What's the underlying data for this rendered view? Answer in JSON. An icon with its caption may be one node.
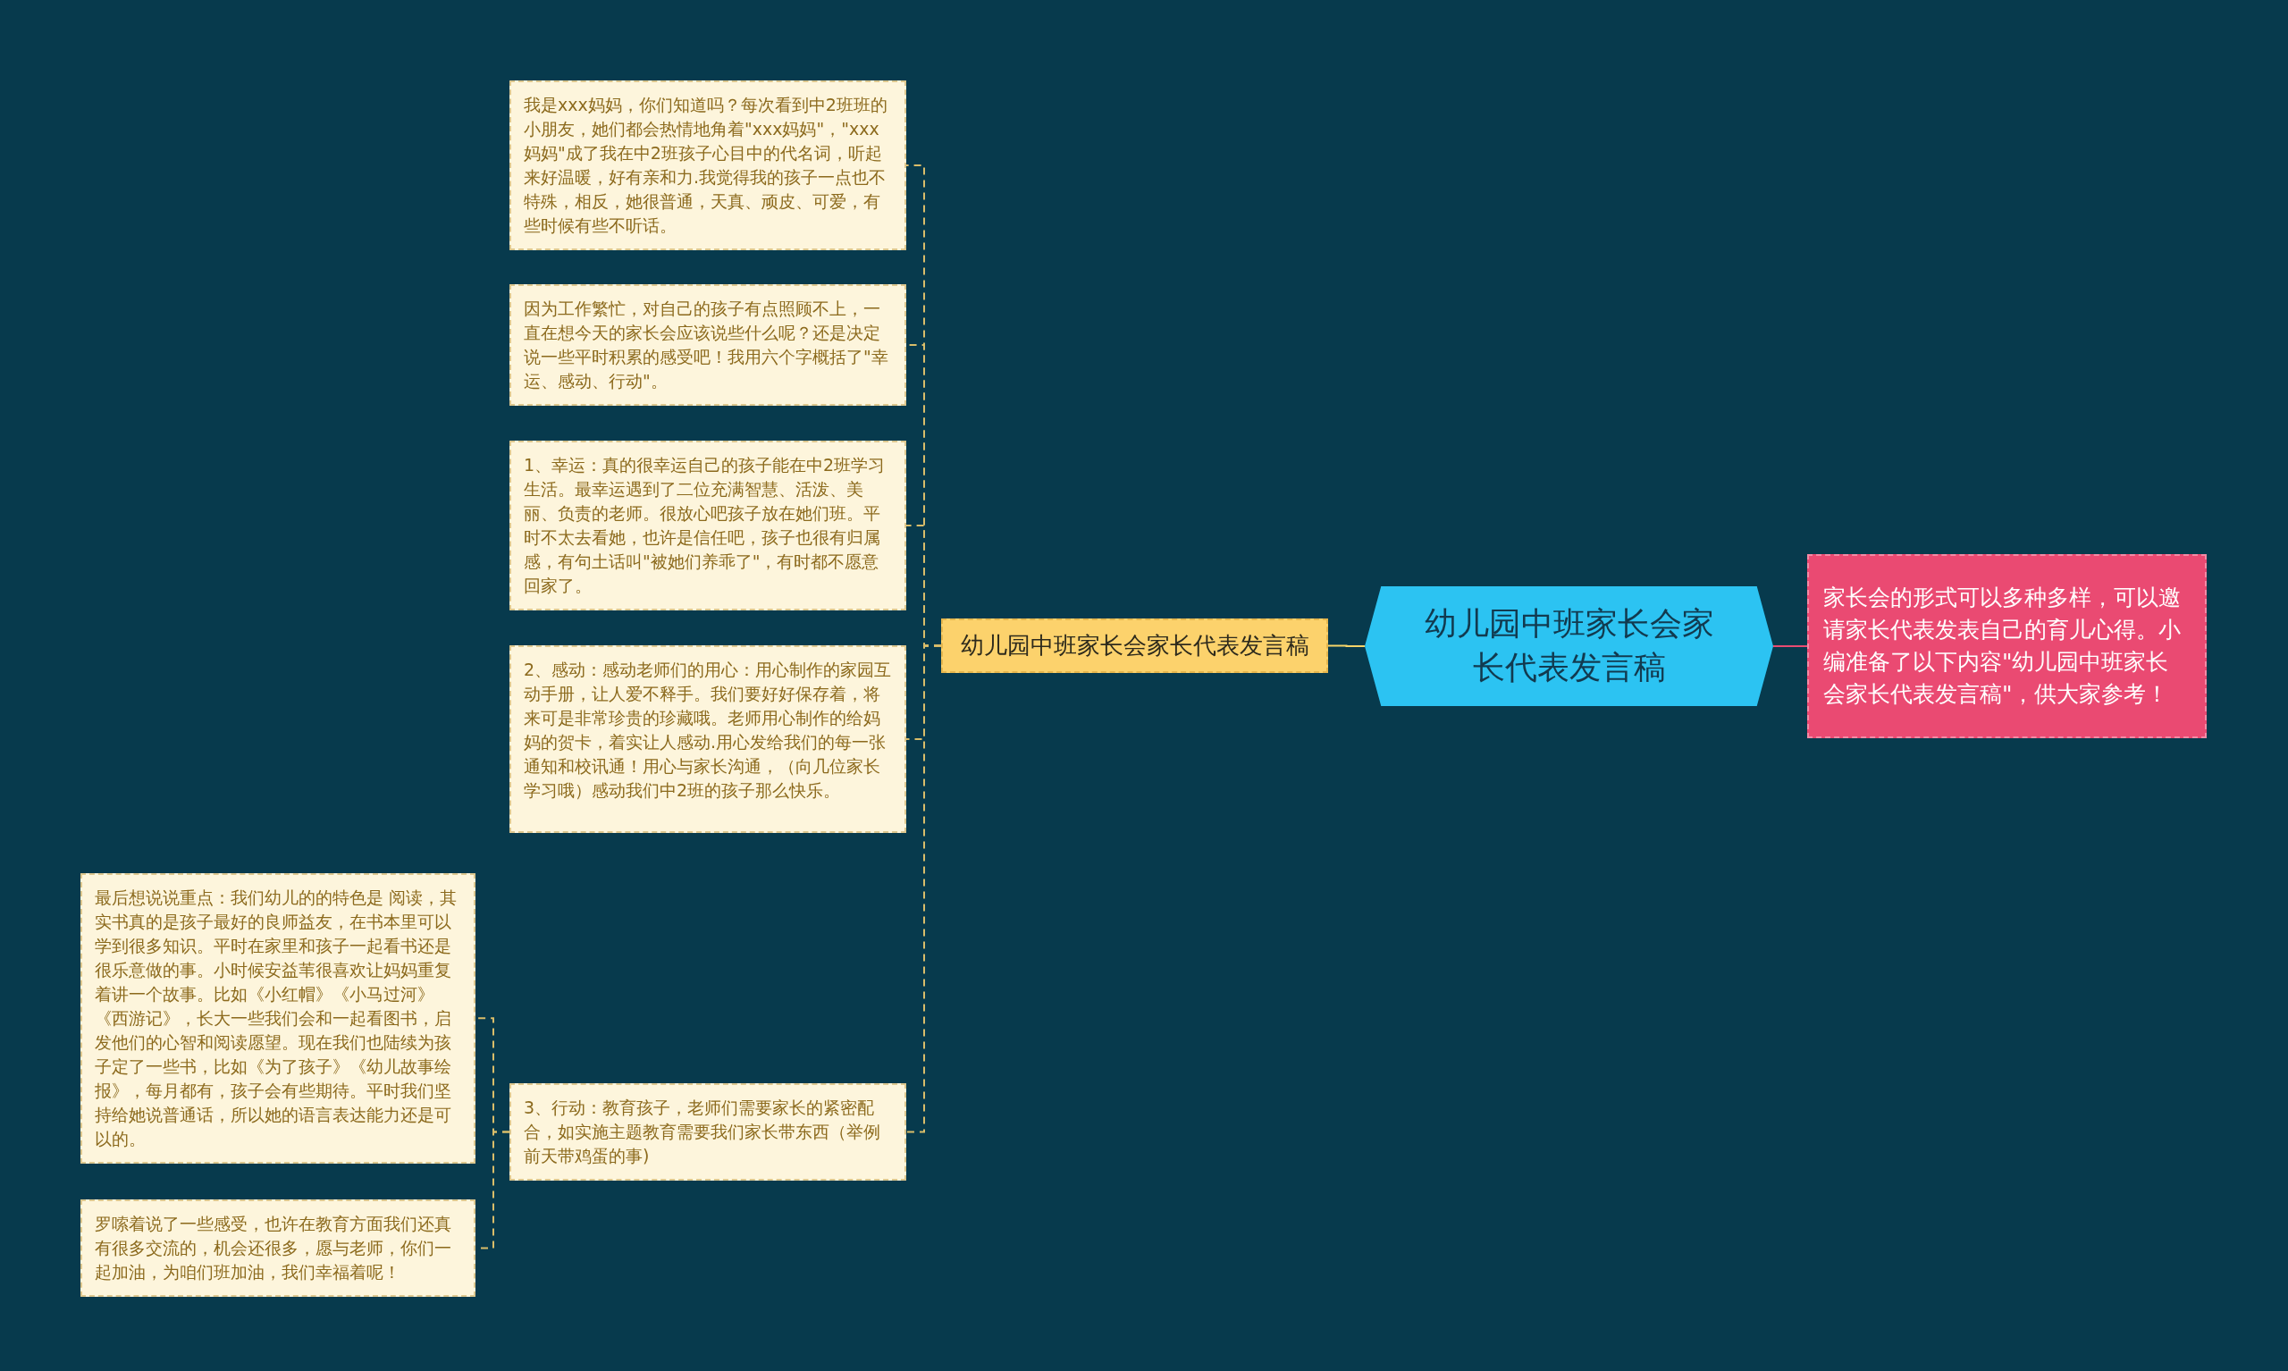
{
  "diagram": {
    "nodes": [
      {
        "text": [
          "幼儿园中班家长会家长代表发言稿"
        ]
      },
      {
        "text": [
          "幼儿园中班家长会家长代表发言稿"
        ]
      },
      {
        "text": [
          "家长会的形式可以多种多样，可以邀请家长代表发表自己的育儿心得。小编准备了以下内容\"幼儿园中班家长会家长代表发言稿\"，供大家参考！"
        ]
      },
      {
        "text": [
          "我是xxx妈妈，你们知道吗？每次看到中2班班的小朋友，她们都会热情地角着\"xxx妈妈\"，\"xxx妈妈\"成了我在中2班孩子心目中的代名词，听起来好温暖，好有亲和力.我觉得我的孩子一点也不特殊，相反，她很普通，天真、顽皮、可爱，有些时候有些不听话。"
        ]
      },
      {
        "text": [
          "因为工作繁忙，对自己的孩子有点照顾不上，一直在想今天的家长会应该说些什么呢？还是决定说一些平时积累的感受吧！我用六个字概括了\"幸运、感动、行动\"。"
        ]
      },
      {
        "text": [
          "1、幸运：真的很幸运自己的孩子能在中2班学习生活。最幸运遇到了二位充满智慧、活泼、美丽、负责的老师。很放心吧孩子放在她们班。平时不太去看她，也许是信任吧，孩子也很有归属感，有句土话叫\"被她们养乖了\"，有时都不愿意回家了。"
        ]
      },
      {
        "text": [
          "2、感动：感动老师们的用心：用心制作的家园互动手册，让人爱不释手。我们要好好保存着，将来可是非常珍贵的珍藏哦。老师用心制作的给妈妈的贺卡，着实让人感动.用心发给我们的每一张通知和校讯通！用心与家长沟通，（向几位家长学习哦）感动我们中2班的孩子那么快乐。"
        ]
      },
      {
        "text": [
          "3、行动：教育孩子，老师们需要家长的紧密配合，如实施主题教育需要我们家长带东西（举例前天带鸡蛋的事)"
        ]
      },
      {
        "text": [
          "最后想说说重点：我们幼儿的的特色是 阅读，其实书真的是孩子最好的良师益友，在书本里可以学到很多知识。平时在家里和孩子一起看书还是很乐意做的事。小时候安益苇很喜欢让妈妈重复着讲一个故事。比如《小红帽》《小马过河》《西游记》，长大一些我们会和一起看图书，启发他们的心智和阅读愿望。现在我们也陆续为孩子定了一些书，比如《为了孩子》《幼儿故事绘报》，每月都有，孩子会有些期待。平时我们坚持给她说普通话，所以她的语言表达能力还是可以的。"
        ]
      },
      {
        "text": [
          "罗嗦着说了一些感受，也许在教育方面我们还真有很多交流的，机会还很多，愿与老师，你们一起加油，为咱们班加油，我们幸福着呢！"
        ]
      }
    ],
    "edges": [
      {
        "from": 0,
        "to": 2,
        "arrow": "none",
        "color": "#e94b72"
      },
      {
        "from": 0,
        "to": 1,
        "arrow": "none",
        "color": "#f6d469"
      },
      {
        "from": 1,
        "to": 3,
        "arrow": "none",
        "style": "dashed"
      },
      {
        "from": 1,
        "to": 4,
        "arrow": "none",
        "style": "dashed"
      },
      {
        "from": 1,
        "to": 5,
        "arrow": "none",
        "style": "dashed"
      },
      {
        "from": 1,
        "to": 6,
        "arrow": "none",
        "style": "dashed"
      },
      {
        "from": 1,
        "to": 7,
        "arrow": "none",
        "style": "dashed"
      },
      {
        "from": 7,
        "to": 8,
        "arrow": "none",
        "style": "dashed"
      },
      {
        "from": 7,
        "to": 9,
        "arrow": "none",
        "style": "dashed"
      }
    ]
  }
}
